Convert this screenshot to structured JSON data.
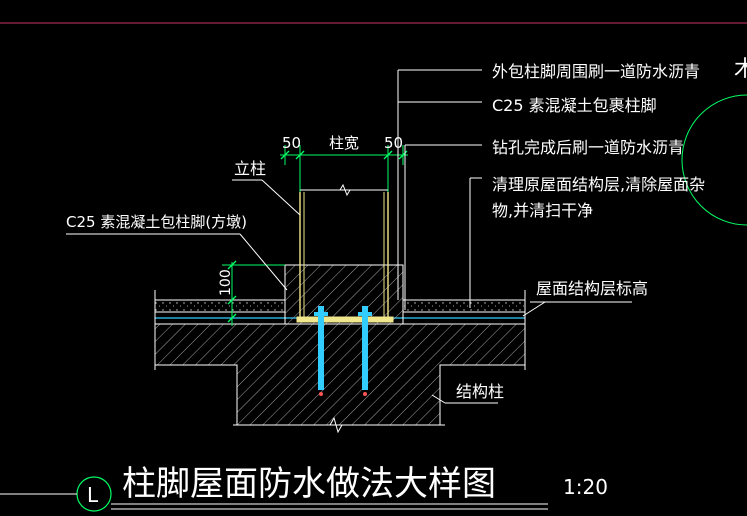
{
  "drawing": {
    "title": "柱脚屋面防水做法大样图",
    "scale": "1:20",
    "detail_mark": "L",
    "edge_glyph": "木"
  },
  "annotations": {
    "outer_coat": "外包柱脚周围刷一道防水沥青",
    "c25_wrap": "C25  素混凝土包裹柱脚",
    "drill_coat": "钻孔完成后刷一道防水沥青",
    "clean_line1": "清理原屋面结构层,清除屋面杂",
    "clean_line2": "物,并清扫干净",
    "column": "立柱",
    "pier": "C25  素混凝土包柱脚(方墩)",
    "roof_level": "屋面结构层标高",
    "struct_col": "结构柱"
  },
  "dimensions": {
    "left_50": "50",
    "col_width": "柱宽",
    "right_50": "50",
    "height_100": "100"
  },
  "colors": {
    "background": "#000000",
    "line": "#ffffff",
    "dimension": "#00ff66",
    "leader": "#ffff66",
    "hatch": "#b4b4b4",
    "bolt": "#33ccff",
    "border": "#cc3366",
    "column": "#f0e68c"
  }
}
